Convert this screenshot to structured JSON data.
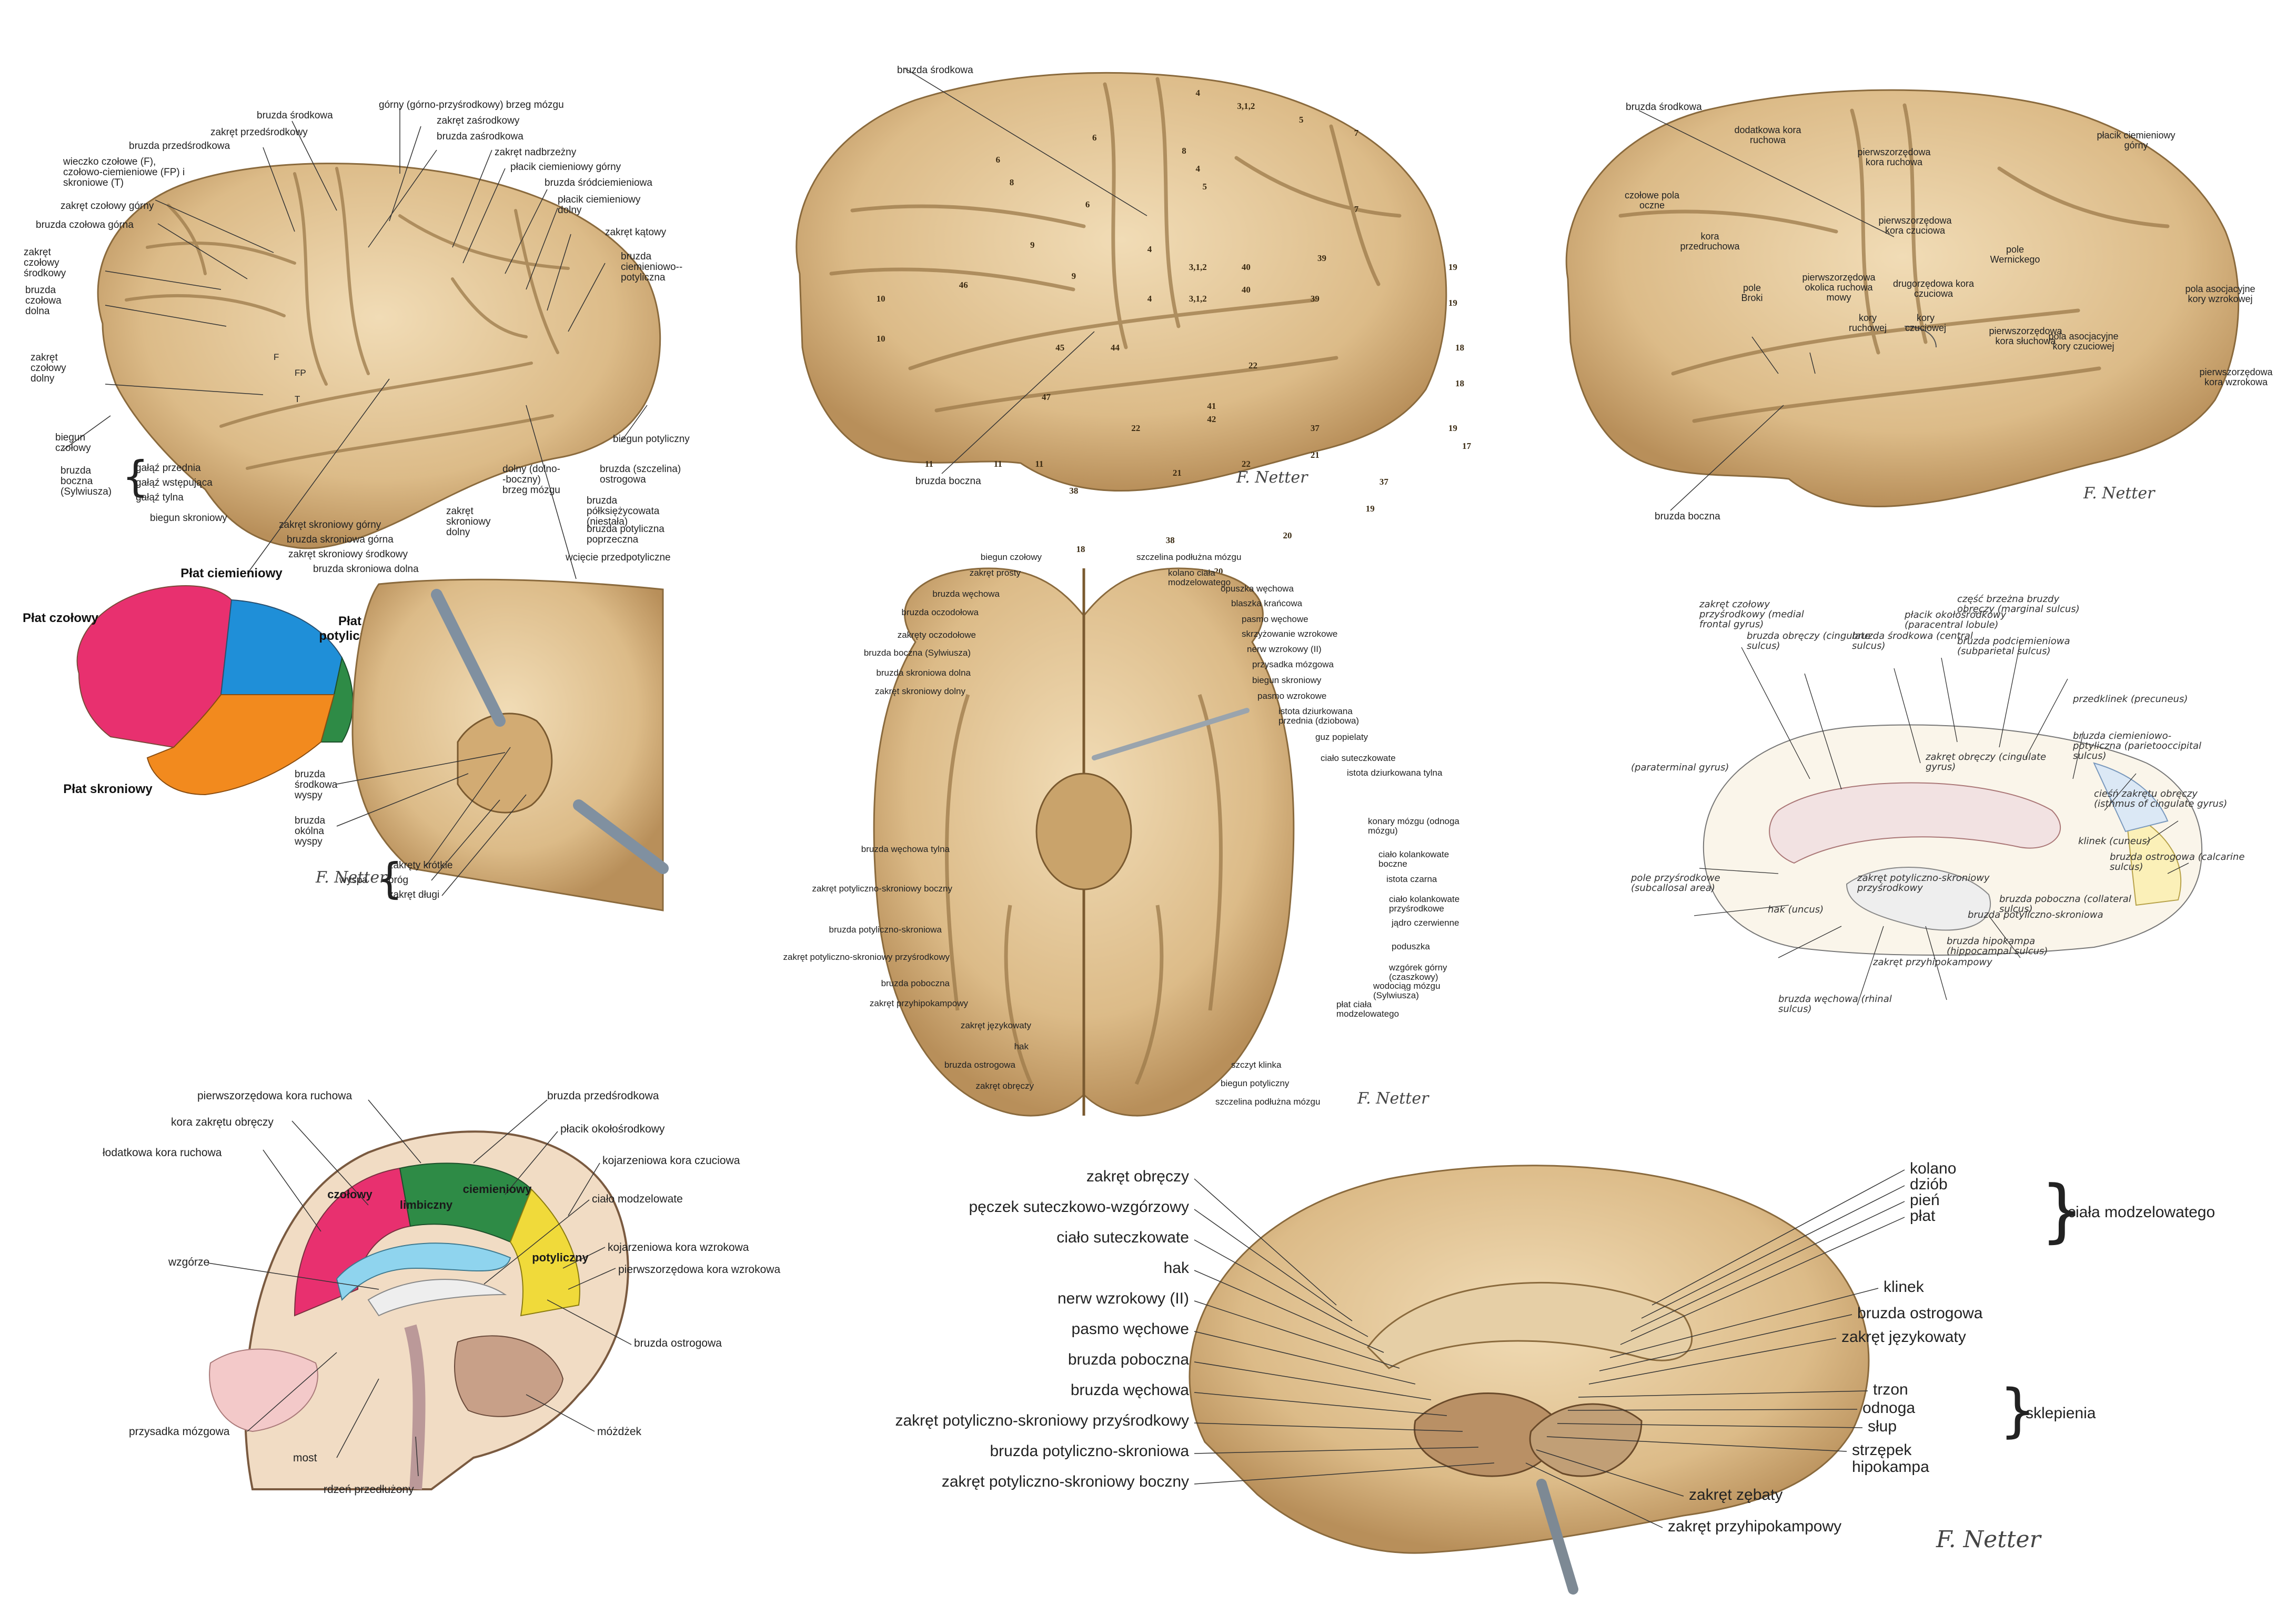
{
  "signature": "F. Netter",
  "panel_lateral_labeled": {
    "labels": [
      "górny (górno-przyśrodkowy) brzeg mózgu",
      "bruzda środkowa",
      "zakręt zaśrodkowy",
      "zakręt przedśrodkowy",
      "bruzda zaśrodkowa",
      "bruzda przedśrodkowa",
      "zakręt nadbrzeżny",
      "płacik ciemieniowy górny",
      "wieczko czołowe (F), czołowo-ciemieniowe (FP) i skroniowe (T)",
      "bruzda śródciemieniowa",
      "zakręt czołowy górny",
      "płacik ciemieniowy dolny",
      "bruzda czołowa górna",
      "zakręt kątowy",
      "zakręt czołowy środkowy",
      "bruzda ciemieniowo--potyliczna",
      "bruzda czołowa dolna",
      "zakręt czołowy dolny",
      "biegun czołowy",
      "gałąź przednia",
      "gałąź wstępująca",
      "gałąź tylna",
      "bruzda boczna (Sylwiusza)",
      "biegun skroniowy",
      "zakręt skroniowy górny",
      "bruzda skroniowa górna",
      "zakręt skroniowy środkowy",
      "bruzda skroniowa dolna",
      "zakręt skroniowy dolny",
      "dolny (dolno--boczny) brzeg mózgu",
      "bruzda półksiężycowata (niestała)",
      "bruzda potyliczna poprzeczna",
      "wcięcie przedpotyliczne",
      "biegun potyliczny",
      "bruzda (szczelina) ostrogowa",
      "F",
      "FP",
      "T"
    ]
  },
  "panel_brodmann": {
    "labels": [
      "bruzda środkowa",
      "bruzda boczna"
    ],
    "areas": [
      "4",
      "3,1,2",
      "5",
      "6",
      "7",
      "8",
      "4",
      "6",
      "5",
      "8",
      "6",
      "7",
      "9",
      "4",
      "3,1,2",
      "39",
      "19",
      "10",
      "9",
      "40",
      "19",
      "46",
      "4",
      "3,1,2",
      "40",
      "39",
      "18",
      "10",
      "45",
      "44",
      "22",
      "18",
      "47",
      "41",
      "42",
      "22",
      "37",
      "19",
      "17",
      "11",
      "11",
      "11",
      "38",
      "21",
      "22",
      "21",
      "37",
      "19",
      "18",
      "38",
      "20",
      "20",
      "37"
    ]
  },
  "panel_functional": {
    "labels": [
      "bruzda środkowa",
      "dodatkowa kora ruchowa",
      "płacik ciemieniowy górny",
      "pierwszorzędowa kora ruchowa",
      "czołowe pola oczne",
      "kora przedruchowa",
      "pierwszorzędowa kora czuciowa",
      "pole Wernickego",
      "pole Broki",
      "pierwszorzędowa okolica ruchowa mowy",
      "drugorzędowa kora czuciowa",
      "kory ruchowej",
      "kory czuciowej",
      "pierwszorzędowa kora słuchowa",
      "pola asocjacyjne kory czuciowej",
      "pola asocjacyjne kory wzrokowej",
      "pierwszorzędowa kora wzrokowa",
      "bruzda boczna"
    ]
  },
  "panel_lobes": {
    "labels": [
      "Płat ciemieniowy",
      "Płat czołowy",
      "Płat potyliczny",
      "Płat skroniowy"
    ],
    "colors": {
      "frontal": "#e8306f",
      "parietal": "#1f8fd8",
      "occipital": "#2e8b46",
      "temporal": "#f28a1e"
    }
  },
  "panel_insula": {
    "labels": [
      "bruzda środkowa wyspy",
      "bruzda okólna wyspy",
      "zakręty krótkie",
      "próg",
      "zakręt długi",
      "wyspa"
    ]
  },
  "panel_inferior": {
    "left_labels": [
      "biegun czołowy",
      "zakręt prosty",
      "bruzda węchowa",
      "bruzda oczodołowa",
      "zakręty oczodołowe",
      "bruzda boczna (Sylwiusza)",
      "bruzda skroniowa dolna",
      "zakręt skroniowy dolny",
      "bruzda węchowa tylna",
      "zakręt potyliczno-skroniowy boczny",
      "bruzda potyliczno-skroniowa",
      "zakręt potyliczno-skroniowy przyśrodkowy",
      "bruzda poboczna",
      "zakręt przyhipokampowy",
      "zakręt językowaty",
      "hak",
      "bruzda ostrogowa",
      "zakręt obręczy"
    ],
    "right_labels": [
      "szczelina podłużna mózgu",
      "kolano ciała modzelowatego",
      "opuszka węchowa",
      "blaszka krańcowa",
      "pasmo węchowe",
      "skrzyżowanie wzrokowe",
      "nerw wzrokowy (II)",
      "przysadka mózgowa",
      "biegun skroniowy",
      "pasmo wzrokowe",
      "istota dziurkowana przednia (dziobowa)",
      "guz popielaty",
      "ciało suteczkowate",
      "istota dziurkowana tylna",
      "konary mózgu (odnoga mózgu)",
      "ciało kolankowate boczne",
      "istota czarna",
      "ciało kolankowate przyśrodkowe",
      "jądro czerwienne",
      "poduszka",
      "wzgórek górny (czaszkowy)",
      "wodociąg mózgu (Sylwiusza)",
      "płat ciała modzelowatego",
      "szczyt klinka",
      "biegun potyliczny",
      "szczelina podłużna mózgu"
    ]
  },
  "panel_medial_hand": {
    "labels": [
      "zakręt czołowy przyśrodkowy (medial frontal gyrus)",
      "bruzda obręczy (cingulate sulcus)",
      "płacik okołośrodkowy (paracentral lobule)",
      "bruzda środkowa (central sulcus)",
      "część brzeżna bruzdy obręczy (marginal sulcus)",
      "bruzda podciemieniowa (subparietal sulcus)",
      "przedklinek (precuneus)",
      "bruzda ciemieniowo-potyliczna (parietooccipital sulcus)",
      "cieśń zakrętu obręczy (isthmus of cingulate gyrus)",
      "bruzda ostrogowa (calcarine sulcus)",
      "klinek (cuneus)",
      "zakręt obręczy (cingulate gyrus)",
      "(paraterminal gyrus)",
      "pole przyśrodkowe (subcallosal area)",
      "hak (uncus)",
      "zakręt potyliczno-skroniowy przyśrodkowy",
      "bruzda poboczna (collateral sulcus)",
      "bruzda hipokampa (hippocampal sulcus)",
      "bruzda węchowa (rhinal sulcus)",
      "zakręt przyhipokampowy",
      "bruzda potyliczno-skroniowa"
    ]
  },
  "panel_sagittal": {
    "lobes": [
      "czołowy",
      "limbiczny",
      "ciemieniowy",
      "potyliczny"
    ],
    "labels": [
      "pierwszorzędowa kora ruchowa",
      "kora zakrętu obręczy",
      "łodatkowa kora ruchowa",
      "wzgórze",
      "przysadka mózgowa",
      "most",
      "rdzeń przedłużony",
      "bruzda przedśrodkowa",
      "płacik okołośrodkowy",
      "kojarzeniowa kora czuciowa",
      "ciało modzelowate",
      "kojarzeniowa kora wzrokowa",
      "pierwszorzędowa kora wzrokowa",
      "bruzda ostrogowa",
      "móżdżek"
    ]
  },
  "panel_medial": {
    "left_labels": [
      "zakręt obręczy",
      "pęczek suteczkowo-wzgórzowy",
      "ciało suteczkowate",
      "hak",
      "nerw wzrokowy (II)",
      "pasmo węchowe",
      "bruzda poboczna",
      "bruzda węchowa",
      "zakręt potyliczno-skroniowy przyśrodkowy",
      "bruzda potyliczno-skroniowa",
      "zakręt potyliczno-skroniowy boczny"
    ],
    "right_labels": [
      "kolano",
      "dziób",
      "pień",
      "płat",
      "klinek",
      "bruzda ostrogowa",
      "zakręt językowaty",
      "trzon",
      "odnoga",
      "słup",
      "strzępek hipokampa",
      "zakręt zębaty",
      "zakręt przyhipokampowy"
    ],
    "group_labels": [
      "ciała modzelowatego",
      "sklepienia"
    ]
  }
}
